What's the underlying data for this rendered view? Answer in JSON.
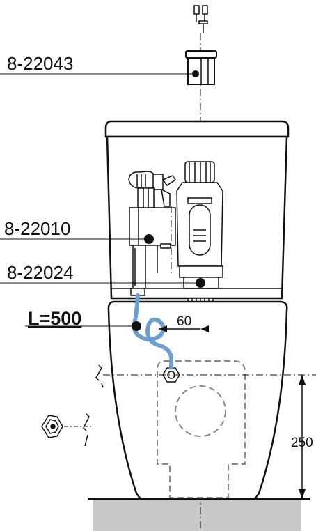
{
  "part_labels": [
    {
      "id": "top",
      "text": "8-22043"
    },
    {
      "id": "valve",
      "text": "8-22010"
    },
    {
      "id": "flush",
      "text": "8-22024"
    }
  ],
  "hose_length_label": "L=500",
  "dimensions": {
    "horizontal": "60",
    "vertical": "250"
  },
  "colors": {
    "line": "#111111",
    "hose": "#6f9fcf",
    "floor": "#c8c8c8",
    "dashed_outline": "#888888"
  }
}
